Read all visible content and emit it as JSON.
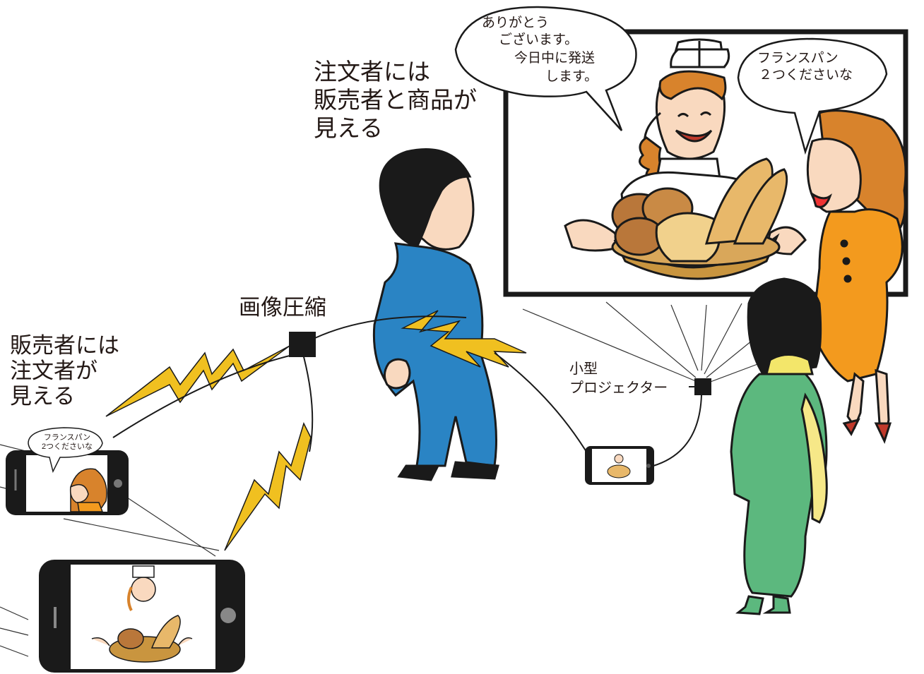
{
  "labels": {
    "orderer_sees": "注文者には\n販売者と商品が\n見える",
    "seller_sees": "販売者には\n注文者が\n見える",
    "image_compression": "画像圧縮",
    "projector": "小型\nプロジェクター"
  },
  "speech": {
    "seller_reply_l1": "ありがとう",
    "seller_reply_l2": "ございます。",
    "seller_reply_l3": "今日中に発送",
    "seller_reply_l4": "します。",
    "customer_order_l1": "フランスパン",
    "customer_order_l2": "２つくださいな",
    "phone_bubble": "フランスパン\n2つくださいな"
  },
  "colors": {
    "signal": "#f0c020",
    "outline": "#1a1a1a",
    "suit_blue": "#2a84c4",
    "dress_orange": "#f39a1e",
    "dress_green": "#5cb87e",
    "bread": "#e8b86a",
    "skin": "#f9d9bf"
  }
}
